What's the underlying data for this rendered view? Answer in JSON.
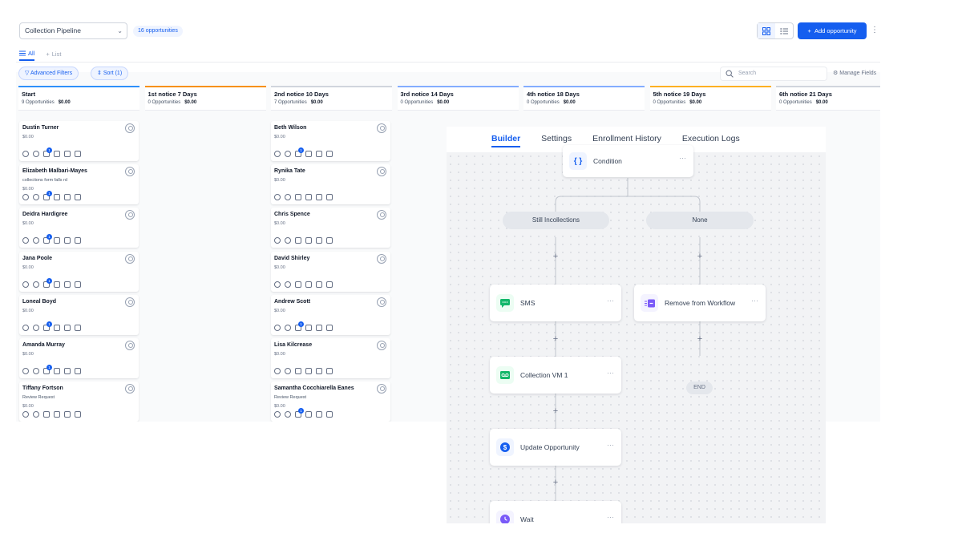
{
  "header": {
    "pipeline": "Collection Pipeline",
    "opportunity_count": "16 opportunities",
    "add_button": "Add opportunity"
  },
  "tabs": [
    {
      "label": "All",
      "active": true
    },
    {
      "label": "List",
      "active": false
    }
  ],
  "filters": {
    "advanced": "Advanced Filters",
    "sort": "Sort (1)",
    "search_placeholder": "Search",
    "manage_fields": "Manage Fields"
  },
  "stages": [
    {
      "name": "Start",
      "count": "9 Opportunities",
      "amount": "$0.00",
      "color": "#2e90fa"
    },
    {
      "name": "1st notice 7 Days",
      "count": "0 Opportunities",
      "amount": "$0.00",
      "color": "#f79009"
    },
    {
      "name": "2nd notice 10 Days",
      "count": "7 Opportunities",
      "amount": "$0.00",
      "color": "#d0d5dd"
    },
    {
      "name": "3rd notice 14 Days",
      "count": "0 Opportunities",
      "amount": "$0.00",
      "color": "#84adff"
    },
    {
      "name": "4th notice 18 Days",
      "count": "0 Opportunities",
      "amount": "$0.00",
      "color": "#84adff"
    },
    {
      "name": "5th notice 19 Days",
      "count": "0 Opportunities",
      "amount": "$0.00",
      "color": "#fdb022"
    },
    {
      "name": "6th notice 21 Days",
      "count": "0 Opportunities",
      "amount": "$0.00",
      "color": "#d0d5dd"
    }
  ],
  "cards_start": [
    {
      "name": "Dustin Turner",
      "note": "",
      "amount": "$0.00",
      "badge": "1"
    },
    {
      "name": "Elizabeth Malbari-Mayes",
      "note": "collections form falls rd",
      "amount": "$0.00",
      "badge": "1"
    },
    {
      "name": "Deidra Hardigree",
      "note": "",
      "amount": "$0.00",
      "badge": "1"
    },
    {
      "name": "Jana Poole",
      "note": "",
      "amount": "$0.00",
      "badge": "1"
    },
    {
      "name": "Loneal Boyd",
      "note": "",
      "amount": "$0.00",
      "badge": "1"
    },
    {
      "name": "Amanda Murray",
      "note": "",
      "amount": "$0.00",
      "badge": "1"
    },
    {
      "name": "Tiffany Fortson",
      "note": "Review Request",
      "amount": "$0.00",
      "badge": ""
    }
  ],
  "cards_2nd": [
    {
      "name": "Beth Wilson",
      "note": "",
      "amount": "$0.00",
      "badge": "1"
    },
    {
      "name": "Rynika Tate",
      "note": "",
      "amount": "$0.00",
      "badge": ""
    },
    {
      "name": "Chris Spence",
      "note": "",
      "amount": "$0.00",
      "badge": ""
    },
    {
      "name": "David Shirley",
      "note": "",
      "amount": "$0.00",
      "badge": ""
    },
    {
      "name": "Andrew Scott",
      "note": "",
      "amount": "$0.00",
      "badge": "1"
    },
    {
      "name": "Lisa Kilcrease",
      "note": "",
      "amount": "$0.00",
      "badge": ""
    },
    {
      "name": "Samantha Cocchiarella Eanes",
      "note": "Review Request",
      "amount": "$0.00",
      "badge": "1"
    }
  ],
  "workflow": {
    "tabs": [
      "Builder",
      "Settings",
      "Enrollment History",
      "Execution Logs"
    ],
    "condition": "Condition",
    "branches": [
      "Still Incollections",
      "None"
    ],
    "steps": [
      "SMS",
      "Collection VM 1",
      "Update Opportunity",
      "Wait"
    ],
    "right_step": "Remove from Workflow",
    "end": "END",
    "icon_colors": {
      "sms": "#12b76a",
      "voicemail": "#12b76a",
      "update": "#155eef",
      "wait": "#7a5af8",
      "remove": "#7a5af8",
      "condition": "#155eef"
    }
  }
}
